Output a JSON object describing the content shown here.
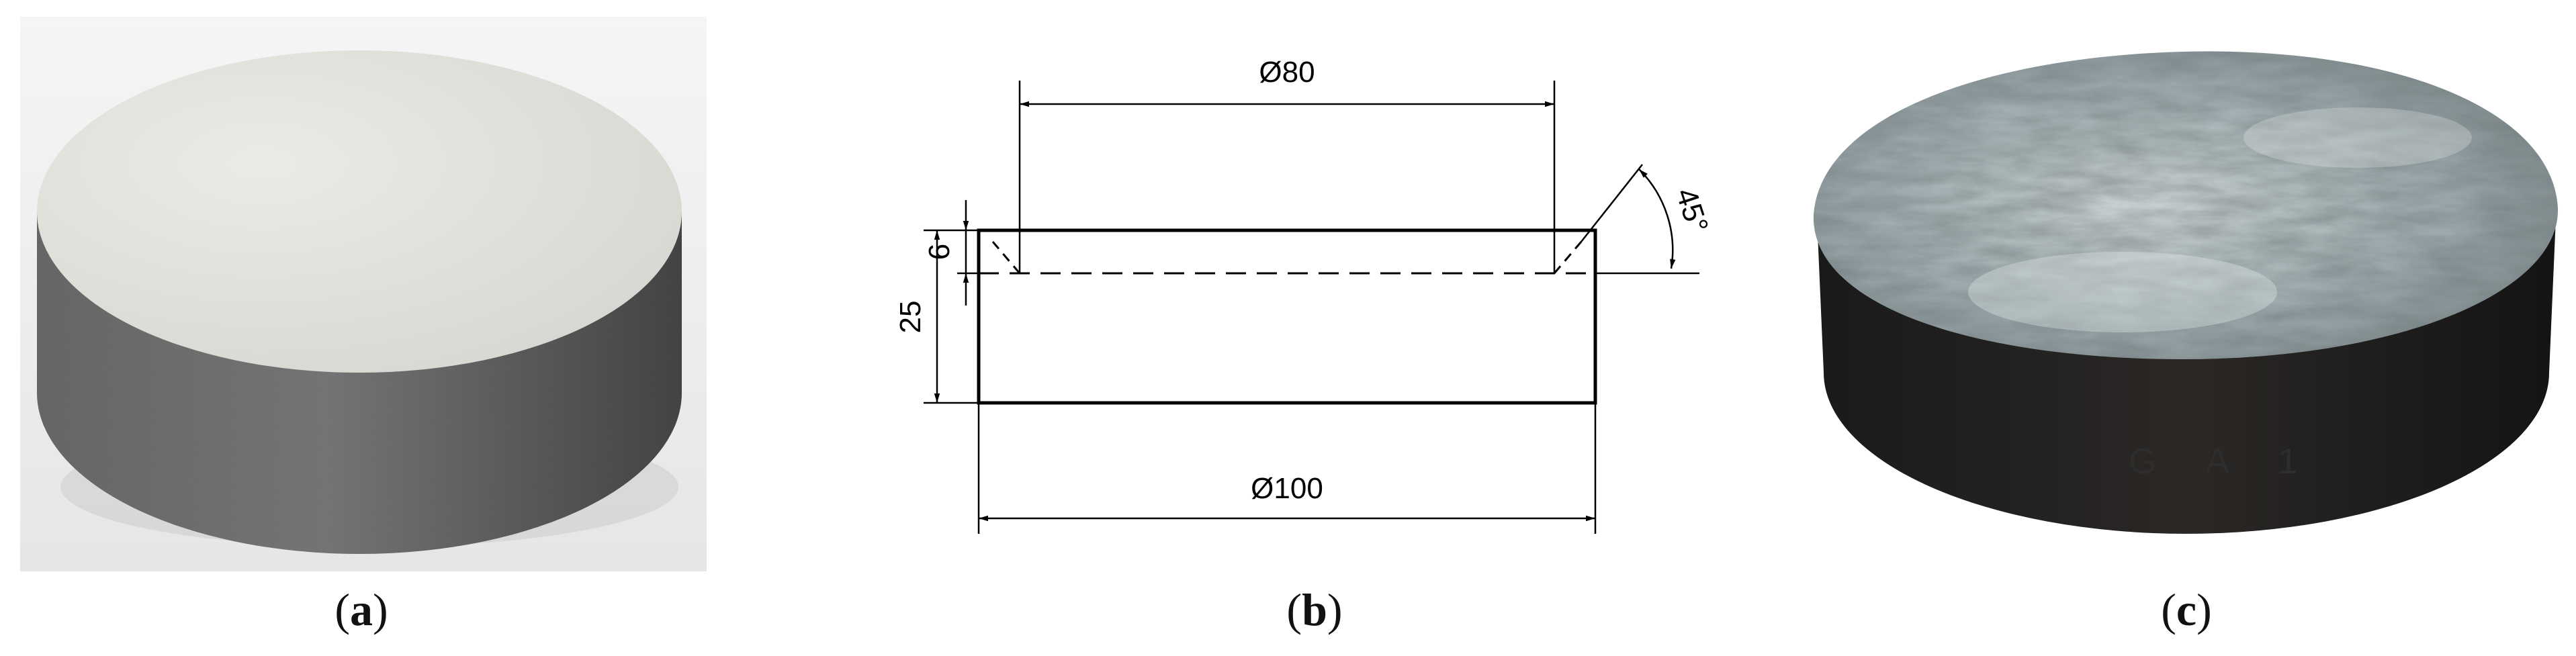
{
  "captions": [
    {
      "open": "(",
      "letter": "a",
      "close": ")"
    },
    {
      "open": "(",
      "letter": "b",
      "close": ")"
    },
    {
      "open": "(",
      "letter": "c",
      "close": ")"
    }
  ],
  "drawing": {
    "top_diameter": "Ø80",
    "bottom_diameter": "Ø100",
    "height": "25",
    "chamfer_depth": "6",
    "chamfer_angle": "45°"
  },
  "specimen_marking": "G A 1"
}
